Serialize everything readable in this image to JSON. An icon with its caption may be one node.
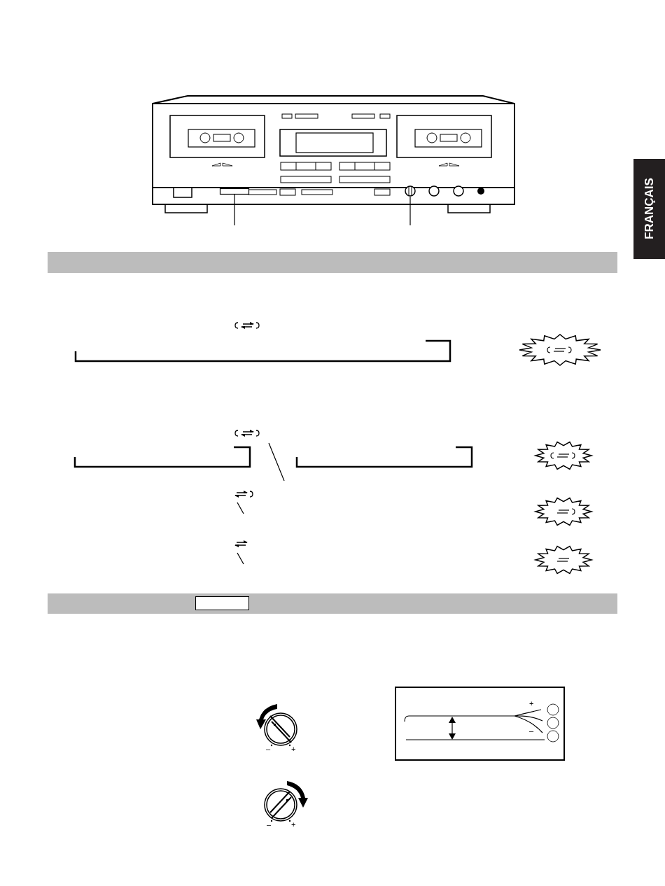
{
  "diagram": {
    "nodes": [
      {
        "text": [],
        "shape": "bar"
      },
      {
        "text": [],
        "shape": "circle"
      },
      {
        "text": [],
        "shape": "bar"
      },
      {
        "text": [],
        "shape": "bar"
      },
      {
        "text": [],
        "shape": "box",
        "in": 3
      }
    ],
    "edges": [
      {
        "from": null,
        "to": 0,
        "arrow": "none"
      },
      {
        "from": null,
        "to": 1,
        "arrow": "none"
      }
    ],
    "labels": [
      "FRANÇAIS",
      "+",
      "–",
      "–",
      "+",
      "–",
      "+"
    ]
  }
}
